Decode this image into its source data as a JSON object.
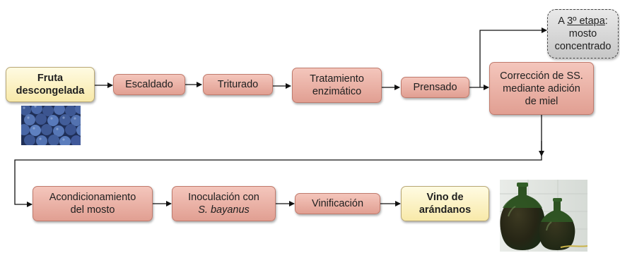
{
  "row1": {
    "fruta": [
      "Fruta",
      "descongelada"
    ],
    "escaldado": "Escaldado",
    "triturado": "Triturado",
    "tratamiento": [
      "Tratamiento",
      "enzimático"
    ],
    "prensado": "Prensado",
    "correccion": [
      "Corrección de SS.",
      "mediante adición",
      "de miel"
    ]
  },
  "side": {
    "a_prefix": "A ",
    "etapa": "3º etapa",
    "colon": ":",
    "mosto": "mosto",
    "concentrado": "concentrado"
  },
  "row2": {
    "acondicionamiento": [
      "Acondicionamiento",
      "del mosto"
    ],
    "inoculacion": "Inoculación con",
    "species": "S. bayanus",
    "vinificacion": "Vinificación",
    "vino": [
      "Vino de",
      "arándanos"
    ]
  },
  "images": {
    "blueberries": "blueberries-photo",
    "wine": "wine-demijohns-photo"
  }
}
